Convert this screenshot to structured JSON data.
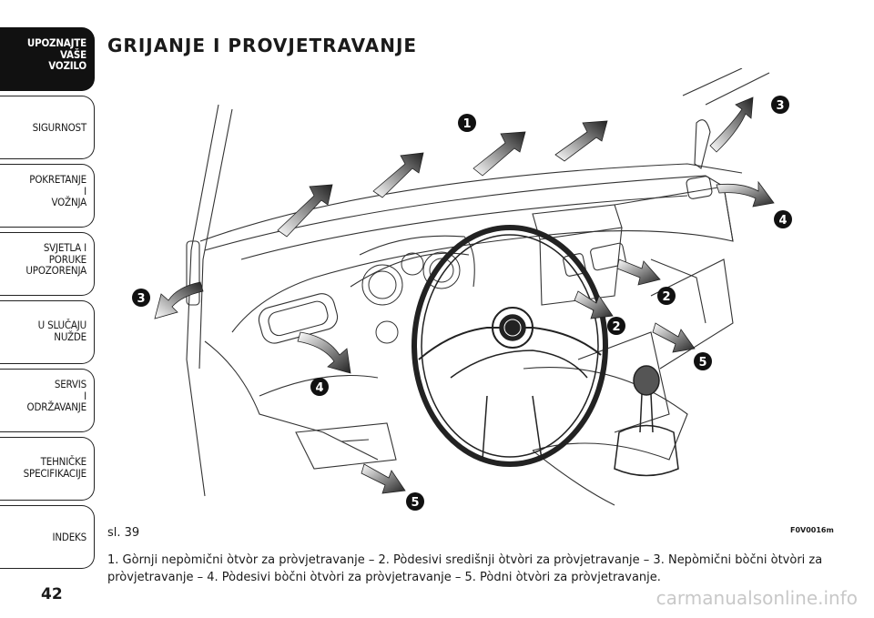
{
  "sidebar": {
    "tabs": [
      {
        "label": "UPOZNAJTE\nVAŠE\nVOZILO",
        "active": true
      },
      {
        "label": "SIGURNOST",
        "active": false
      },
      {
        "label": "POKRETANJE\nI\nVOŽNJA",
        "active": false
      },
      {
        "label": "SVJETLA I\nPORUKE\nUPOZORENJA",
        "active": false
      },
      {
        "label": "U SLUČAJU\nNUŽDE",
        "active": false
      },
      {
        "label": "SERVIS\nI\nODRŽAVANJE",
        "active": false
      },
      {
        "label": "TEHNIČKE\nSPECIFIKACIJE",
        "active": false
      },
      {
        "label": "INDEKS",
        "active": false
      }
    ]
  },
  "page": {
    "number": "42",
    "title": "GRIJANJE I PROVJETRAVANJE"
  },
  "figure": {
    "label": "sl. 39",
    "code": "F0V0016m",
    "callouts": [
      "1",
      "3",
      "4",
      "3",
      "2",
      "2",
      "5",
      "4",
      "5"
    ],
    "caption": "1. Gòrnji nepòmični òtvòr za pròvjetravanje – 2. Pòdesivi središnji òtvòri za pròvjetravanje – 3. Nepòmični bòčni òtvòri za pròvjetravanje – 4. Pòdesivi bòčni òtvòri za pròvjetravanje – 5. Pòdni òtvòri za pròvjetravanje."
  },
  "watermark": "carmanualsonline.info"
}
